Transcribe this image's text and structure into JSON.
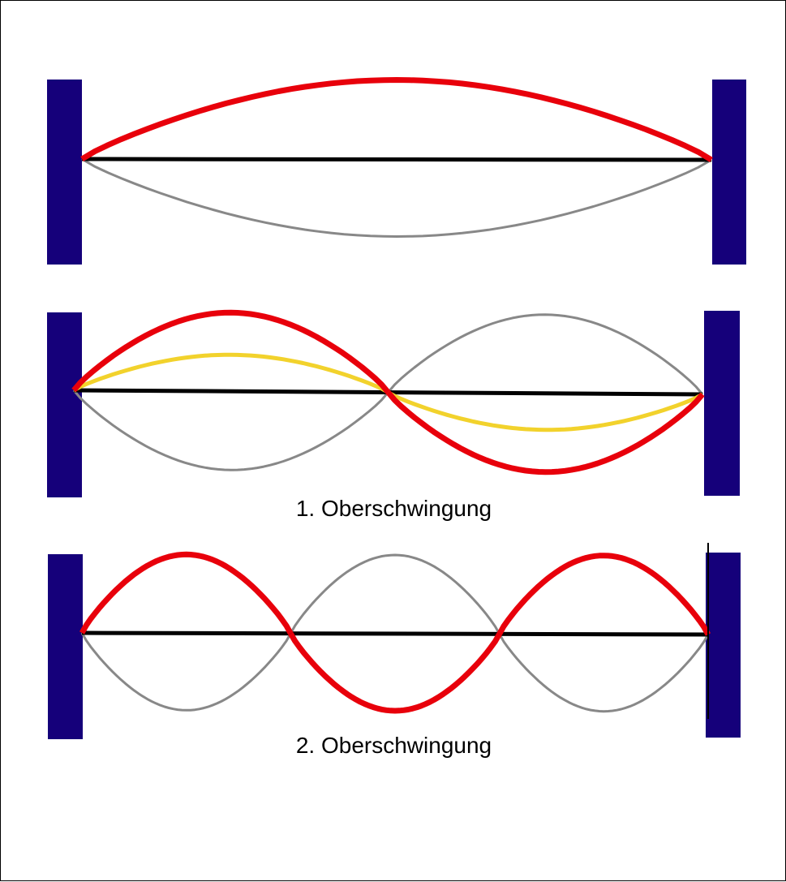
{
  "colors": {
    "wall": "#15007a",
    "string": "#000000",
    "mode_up": "#e8000b",
    "mode_down": "#888888",
    "intermediate": "#f2d22c"
  },
  "panels": [
    {
      "name": "grundschwingung",
      "caption": "",
      "loops": 1,
      "intermediate": false
    },
    {
      "name": "oberschwingung-1",
      "caption": "1. Oberschwingung",
      "loops": 2,
      "intermediate": true
    },
    {
      "name": "oberschwingung-2",
      "caption": "2. Oberschwingung",
      "loops": 3,
      "intermediate": false
    }
  ]
}
